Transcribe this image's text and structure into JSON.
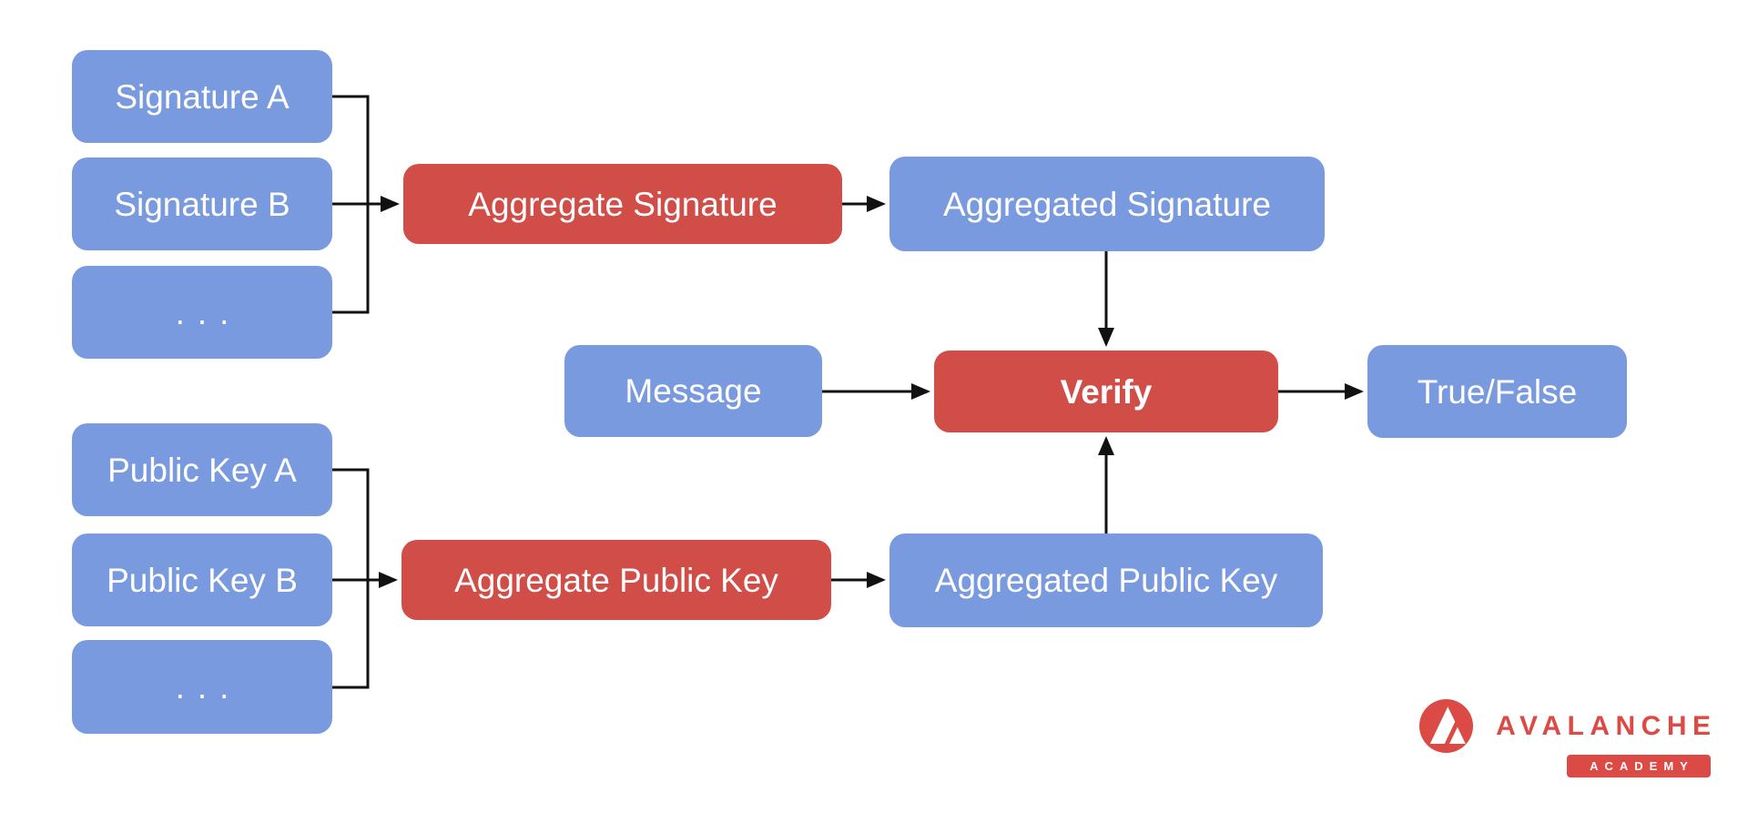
{
  "diagram": {
    "type": "flowchart",
    "topic": "BLS signature aggregation and verification",
    "colors": {
      "node_blue": "#7A9AE0",
      "node_red": "#D14D47",
      "node_text": "#FFFFFF",
      "connector": "#111111",
      "brand_red": "#DB4A44",
      "background": "#FFFFFF"
    },
    "nodes": {
      "signature_a": {
        "label": "Signature A",
        "color": "blue"
      },
      "signature_b": {
        "label": "Signature B",
        "color": "blue"
      },
      "signature_more": {
        "label": "...",
        "color": "blue"
      },
      "aggregate_signature": {
        "label": "Aggregate Signature",
        "color": "red"
      },
      "aggregated_signature": {
        "label": "Aggregated Signature",
        "color": "blue"
      },
      "message": {
        "label": "Message",
        "color": "blue"
      },
      "verify": {
        "label": "Verify",
        "color": "red",
        "bold": true
      },
      "true_false": {
        "label": "True/False",
        "color": "blue"
      },
      "public_key_a": {
        "label": "Public Key A",
        "color": "blue"
      },
      "public_key_b": {
        "label": "Public Key B",
        "color": "blue"
      },
      "public_key_more": {
        "label": "...",
        "color": "blue"
      },
      "aggregate_public_key": {
        "label": "Aggregate Public Key",
        "color": "red"
      },
      "aggregated_public_key": {
        "label": "Aggregated Public Key",
        "color": "blue"
      }
    },
    "edges": [
      {
        "from": "signature_a",
        "to": "aggregate_signature"
      },
      {
        "from": "signature_b",
        "to": "aggregate_signature"
      },
      {
        "from": "signature_more",
        "to": "aggregate_signature"
      },
      {
        "from": "aggregate_signature",
        "to": "aggregated_signature"
      },
      {
        "from": "aggregated_signature",
        "to": "verify"
      },
      {
        "from": "message",
        "to": "verify"
      },
      {
        "from": "public_key_a",
        "to": "aggregate_public_key"
      },
      {
        "from": "public_key_b",
        "to": "aggregate_public_key"
      },
      {
        "from": "public_key_more",
        "to": "aggregate_public_key"
      },
      {
        "from": "aggregate_public_key",
        "to": "aggregated_public_key"
      },
      {
        "from": "aggregated_public_key",
        "to": "verify"
      },
      {
        "from": "verify",
        "to": "true_false"
      }
    ]
  },
  "logo": {
    "brand": "AVALANCHE",
    "sub": "ACADEMY"
  }
}
